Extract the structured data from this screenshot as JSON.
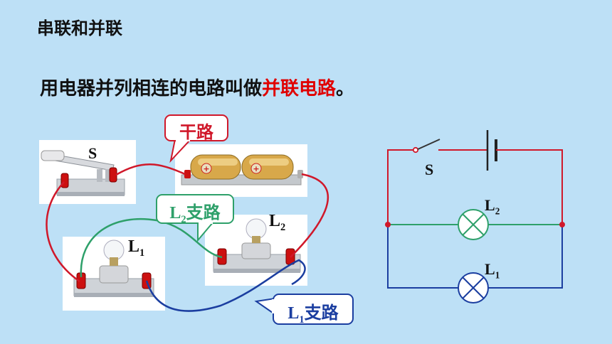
{
  "slide": {
    "title": "串联和并联",
    "subtitle_main": "用电器并列相连的电路叫做",
    "subtitle_highlight": "并联电路",
    "subtitle_end": "。"
  },
  "photo_labels": {
    "switch": "S",
    "lamp1_letter": "L",
    "lamp1_sub": "1",
    "lamp2_letter": "L",
    "lamp2_sub": "2"
  },
  "callouts": {
    "main": {
      "text": "干路"
    },
    "branch2": {
      "letter": "L",
      "sub": "2",
      "text": "支路"
    },
    "branch1": {
      "letter": "L",
      "sub": "1",
      "text": "支路"
    }
  },
  "schematic": {
    "switch": "S",
    "lamp2_letter": "L",
    "lamp2_sub": "2",
    "lamp1_letter": "L",
    "lamp1_sub": "1"
  },
  "colors": {
    "background": "#bde0f6",
    "main_wire": "#d0182a",
    "branch2_wire": "#2ea06a",
    "branch1_wire": "#1b3ea0",
    "highlight": "#e00000"
  }
}
